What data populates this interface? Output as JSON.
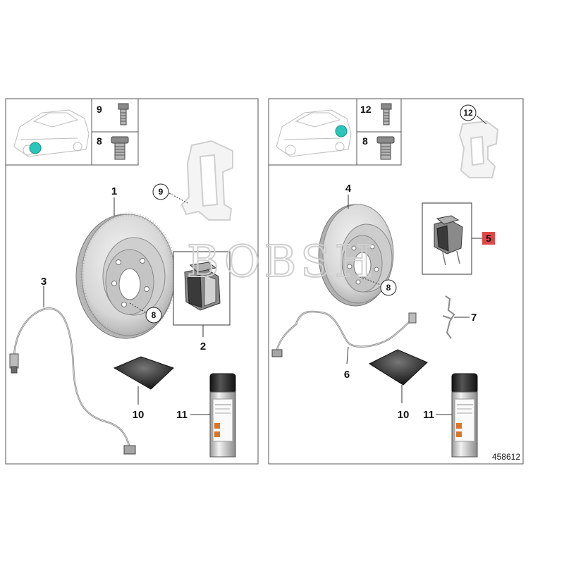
{
  "watermark": "BOBSH",
  "diagram_number": "458612",
  "colors": {
    "marker": "#29c6b9",
    "highlight_box": "#e04848",
    "frame": "#555555"
  },
  "left_panel": {
    "inset_parts": [
      {
        "label": "9"
      },
      {
        "label": "8"
      }
    ],
    "callouts": {
      "disc": "1",
      "pad_set": "2",
      "wear_sensor": "3",
      "caliper_bolt": "9",
      "wheel_bolt": "8",
      "grease_pouch": "10",
      "spray_can": "11"
    }
  },
  "right_panel": {
    "inset_parts": [
      {
        "label": "12"
      },
      {
        "label": "8"
      }
    ],
    "callouts": {
      "disc": "4",
      "pad_set": "5",
      "wear_sensor": "6",
      "spring_clip": "7",
      "caliper_bolt": "12",
      "wheel_bolt": "8",
      "grease_pouch": "10",
      "spray_can": "11"
    }
  }
}
